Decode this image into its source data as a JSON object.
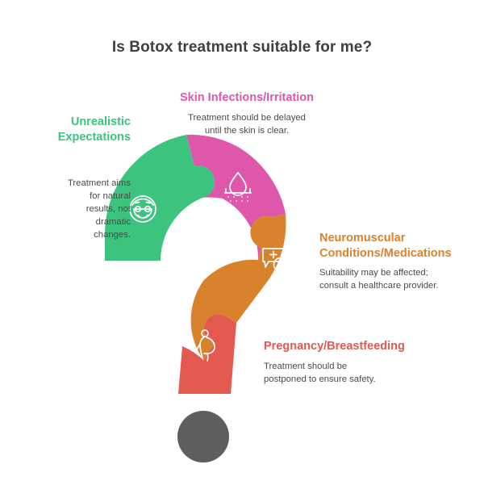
{
  "page": {
    "title": "Is Botox treatment suitable for me?",
    "background_color": "#ffffff",
    "title_color": "#3f3f3f"
  },
  "shape": {
    "type": "question-mark-puzzle",
    "dot_color": "#5e5e5e",
    "segment_count": 4
  },
  "segments": [
    {
      "id": "unrealistic-expectations",
      "label": "Unrealistic\nExpectations",
      "label_line1": "Unrealistic",
      "label_line2": "Expectations",
      "description_line1": "Treatment aims",
      "description_line2": "for natural",
      "description_line3": "results, not",
      "description_line4": "dramatic",
      "description_line5": "changes.",
      "description": "Treatment aims for natural results, not dramatic changes.",
      "color": "#3cc47f",
      "icon": "face-mask-icon",
      "position": "left"
    },
    {
      "id": "skin-infections-irritation",
      "label": "Skin Infections/Irritation",
      "description_line1": "Treatment should be delayed",
      "description_line2": "until the skin is clear.",
      "description": "Treatment should be delayed until the skin is clear.",
      "color": "#de57ab",
      "icon": "skin-droplet-icon",
      "position": "top"
    },
    {
      "id": "neuromuscular-conditions-medications",
      "label_line1": "Neuromuscular",
      "label_line2": "Conditions/Medications",
      "label": "Neuromuscular Conditions/Medications",
      "description_line1": "Suitability may be affected;",
      "description_line2": "consult a healthcare provider.",
      "description": "Suitability may be affected; consult a healthcare provider.",
      "color": "#d9822b",
      "icon": "medical-question-chat-icon",
      "position": "right"
    },
    {
      "id": "pregnancy-breastfeeding",
      "label": "Pregnancy/Breastfeeding",
      "description_line1": "Treatment should be",
      "description_line2": "postponed to ensure safety.",
      "description": "Treatment should be postponed to ensure safety.",
      "color": "#e3584f",
      "icon": "pregnant-woman-icon",
      "position": "bottom-right"
    }
  ]
}
